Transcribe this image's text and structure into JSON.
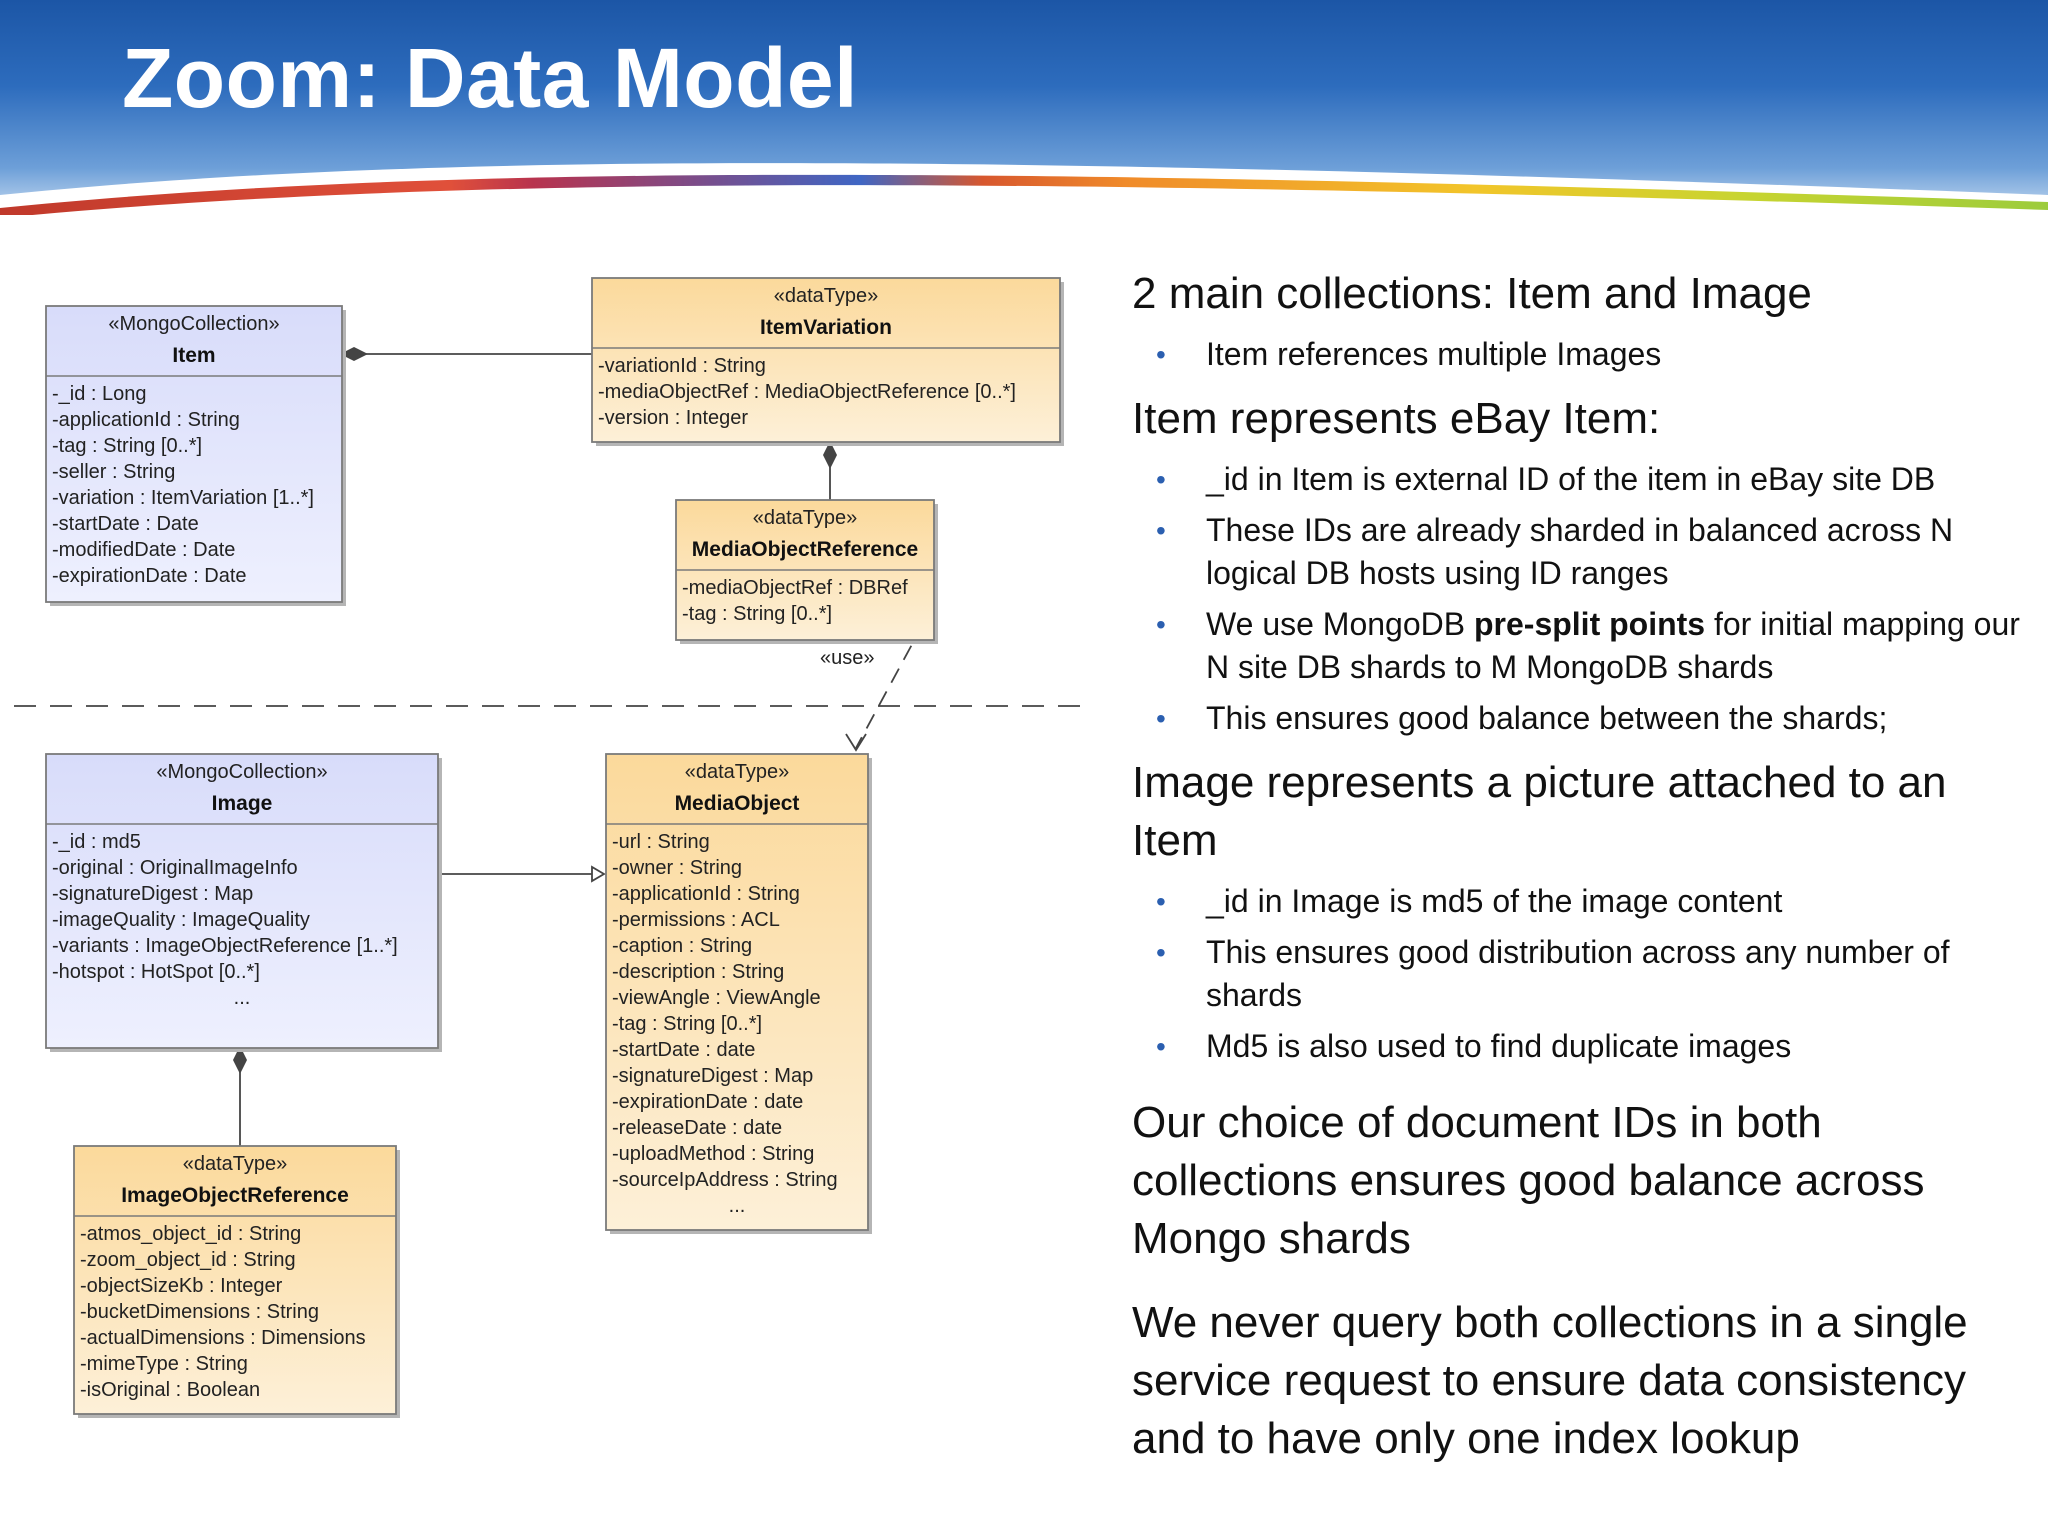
{
  "slide": {
    "title": "Zoom: Data Model"
  },
  "diagram": {
    "use_label": "«use»",
    "classes": [
      {
        "id": "item",
        "stereotype": "«MongoCollection»",
        "name": "Item",
        "attributes": [
          "-_id : Long",
          "-applicationId : String",
          "-tag : String [0..*]",
          "-seller : String",
          "-variation : ItemVariation [1..*]",
          "-startDate : Date",
          "-modifiedDate : Date",
          "-expirationDate : Date"
        ]
      },
      {
        "id": "itemvariation",
        "stereotype": "«dataType»",
        "name": "ItemVariation",
        "attributes": [
          "-variationId : String",
          "-mediaObjectRef : MediaObjectReference [0..*]",
          "-version : Integer"
        ]
      },
      {
        "id": "mediaobjectreference",
        "stereotype": "«dataType»",
        "name": "MediaObjectReference",
        "attributes": [
          "-mediaObjectRef : DBRef",
          "-tag : String [0..*]"
        ]
      },
      {
        "id": "image",
        "stereotype": "«MongoCollection»",
        "name": "Image",
        "attributes": [
          "-_id : md5",
          "-original : OriginalImageInfo",
          "-signatureDigest : Map",
          "-imageQuality : ImageQuality",
          "-variants : ImageObjectReference [1..*]",
          "-hotspot : HotSpot [0..*]",
          "..."
        ]
      },
      {
        "id": "mediaobject",
        "stereotype": "«dataType»",
        "name": "MediaObject",
        "attributes": [
          "-url : String",
          "-owner : String",
          "-applicationId : String",
          "-permissions : ACL",
          "-caption : String",
          "-description : String",
          "-viewAngle : ViewAngle",
          "-tag : String [0..*]",
          "-startDate : date",
          "-signatureDigest : Map",
          "-expirationDate : date",
          "-releaseDate : date",
          "-uploadMethod : String",
          "-sourceIpAddress : String",
          "..."
        ]
      },
      {
        "id": "imageobjectreference",
        "stereotype": "«dataType»",
        "name": "ImageObjectReference",
        "attributes": [
          "-atmos_object_id : String",
          "-zoom_object_id : String",
          "-objectSizeKb : Integer",
          "-bucketDimensions : String",
          "-actualDimensions : Dimensions",
          "-mimeType : String",
          "-isOriginal : Boolean"
        ]
      }
    ]
  },
  "text": {
    "s1": {
      "heading": "2 main collections: Item and Image",
      "bullets": [
        "Item references multiple Images"
      ]
    },
    "s2": {
      "heading": "Item represents eBay Item:",
      "b1": "_id in Item is external ID of the item in eBay  site DB",
      "b2": "These IDs are already sharded in balanced across N logical DB hosts using ID ranges",
      "b3_pre": "We use MongoDB ",
      "b3_bold": "pre-split points",
      "b3_post": " for initial mapping our N site DB shards to M MongoDB shards",
      "b4": "This ensures good balance between the shards;"
    },
    "s3": {
      "heading": "Image represents a picture attached to an Item",
      "bullets": [
        "_id in Image is md5 of the image content",
        "This ensures good distribution across any number of shards",
        "Md5 is also used to find duplicate images"
      ]
    },
    "p4": "Our choice of document IDs in both collections ensures good balance across Mongo shards",
    "p5": "We never query both collections in a single service request to ensure data consistency and to have only one index lookup"
  }
}
